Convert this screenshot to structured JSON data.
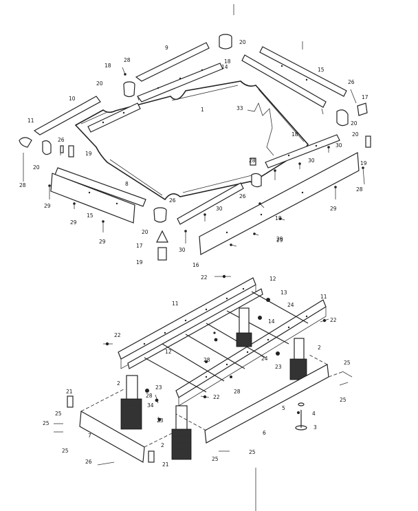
{
  "labels": [
    {
      "id": "l20a",
      "t": "20"
    },
    {
      "id": "l9",
      "t": "9"
    },
    {
      "id": "l18a",
      "t": "18"
    },
    {
      "id": "l28a",
      "t": "28"
    },
    {
      "id": "l18b",
      "t": "18"
    },
    {
      "id": "l20b",
      "t": "20"
    },
    {
      "id": "l14",
      "t": "14"
    },
    {
      "id": "l15a",
      "t": "15"
    },
    {
      "id": "l26a",
      "t": "26"
    },
    {
      "id": "l17a",
      "t": "17"
    },
    {
      "id": "l10",
      "t": "10"
    },
    {
      "id": "l1",
      "t": "1"
    },
    {
      "id": "l33",
      "t": "33"
    },
    {
      "id": "l20c",
      "t": "20"
    },
    {
      "id": "l11a",
      "t": "11"
    },
    {
      "id": "l20d",
      "t": "20"
    },
    {
      "id": "l26b",
      "t": "26"
    },
    {
      "id": "l19a",
      "t": "19"
    },
    {
      "id": "l18c",
      "t": "18"
    },
    {
      "id": "l30a",
      "t": "30"
    },
    {
      "id": "l20e",
      "t": "20"
    },
    {
      "id": "l28b",
      "t": "28"
    },
    {
      "id": "l30b",
      "t": "30"
    },
    {
      "id": "l19b",
      "t": "19"
    },
    {
      "id": "l28c",
      "t": "28"
    },
    {
      "id": "l8",
      "t": "8"
    },
    {
      "id": "l29a",
      "t": "29"
    },
    {
      "id": "l29b",
      "t": "29"
    },
    {
      "id": "l28d",
      "t": "28"
    },
    {
      "id": "l26c",
      "t": "26"
    },
    {
      "id": "l26d",
      "t": "26"
    },
    {
      "id": "l29c",
      "t": "29"
    },
    {
      "id": "l15b",
      "t": "15"
    },
    {
      "id": "l29d",
      "t": "29"
    },
    {
      "id": "l30c",
      "t": "30"
    },
    {
      "id": "l18d",
      "t": "18"
    },
    {
      "id": "l29e",
      "t": "29"
    },
    {
      "id": "l20f",
      "t": "20"
    },
    {
      "id": "l17b",
      "t": "17"
    },
    {
      "id": "l30d",
      "t": "30"
    },
    {
      "id": "l29f",
      "t": "29"
    },
    {
      "id": "l19c",
      "t": "19"
    },
    {
      "id": "l16",
      "t": "16"
    },
    {
      "id": "l22a",
      "t": "22"
    },
    {
      "id": "l12a",
      "t": "12"
    },
    {
      "id": "l13",
      "t": "13"
    },
    {
      "id": "l11b",
      "t": "11"
    },
    {
      "id": "l24a",
      "t": "24"
    },
    {
      "id": "l11c",
      "t": "11"
    },
    {
      "id": "l14b",
      "t": "14"
    },
    {
      "id": "l22b",
      "t": "22"
    },
    {
      "id": "l22c",
      "t": "22"
    },
    {
      "id": "l28e",
      "t": "28"
    },
    {
      "id": "l2a",
      "t": "2"
    },
    {
      "id": "l12b",
      "t": "12"
    },
    {
      "id": "l24b",
      "t": "24"
    },
    {
      "id": "l23a",
      "t": "23"
    },
    {
      "id": "l28f",
      "t": "28"
    },
    {
      "id": "l2b",
      "t": "2"
    },
    {
      "id": "l23b",
      "t": "23"
    },
    {
      "id": "l28g",
      "t": "28"
    },
    {
      "id": "l22d",
      "t": "22"
    },
    {
      "id": "l25a",
      "t": "25"
    },
    {
      "id": "l25b",
      "t": "25"
    },
    {
      "id": "l21a",
      "t": "21"
    },
    {
      "id": "l34",
      "t": "34"
    },
    {
      "id": "l5",
      "t": "5"
    },
    {
      "id": "l4",
      "t": "4"
    },
    {
      "id": "l23c",
      "t": "23"
    },
    {
      "id": "l25c",
      "t": "25"
    },
    {
      "id": "l25d",
      "t": "25"
    },
    {
      "id": "l3",
      "t": "3"
    },
    {
      "id": "l7",
      "t": "7"
    },
    {
      "id": "l6",
      "t": "6"
    },
    {
      "id": "l2c",
      "t": "2"
    },
    {
      "id": "l25e",
      "t": "25"
    },
    {
      "id": "l26e",
      "t": "26"
    },
    {
      "id": "l21b",
      "t": "21"
    },
    {
      "id": "l25f",
      "t": "25"
    },
    {
      "id": "l25g",
      "t": "25"
    }
  ]
}
